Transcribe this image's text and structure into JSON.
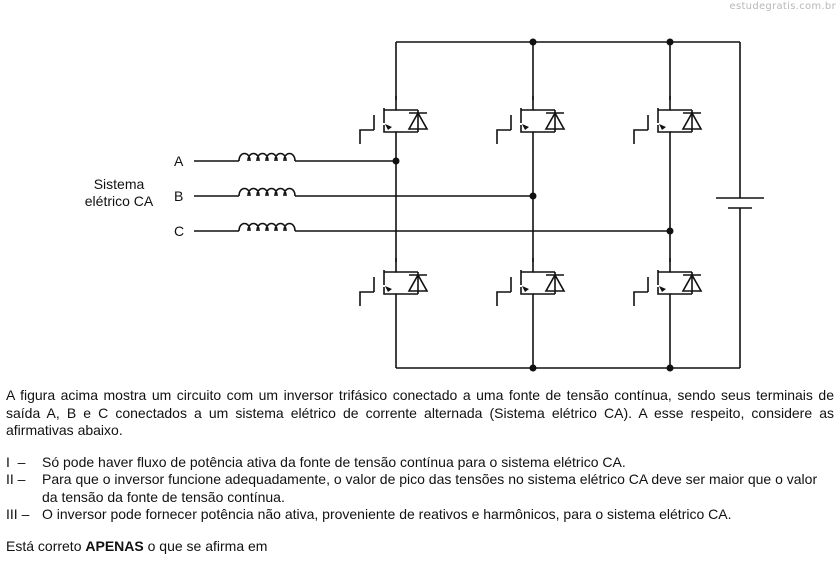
{
  "watermark": "estudegratis.com.br",
  "diagram": {
    "source_label_line1": "Sistema",
    "source_label_line2": "elétrico CA",
    "terminals": [
      "A",
      "B",
      "C"
    ]
  },
  "question": {
    "intro": "A figura acima mostra um circuito com um inversor trifásico conectado a uma fonte de tensão contínua, sendo seus terminais de saída A, B e C conectados a um sistema elétrico de corrente alternada (Sistema elétrico CA). A esse respeito, considere as afirmativas abaixo.",
    "statements": [
      {
        "numeral": "I",
        "separator": "–",
        "text": "Só pode haver fluxo de potência ativa da fonte de tensão contínua para o sistema elétrico CA."
      },
      {
        "numeral": "II",
        "separator": "–",
        "text": "Para que o inversor funcione adequadamente, o valor de pico das tensões no sistema elétrico CA deve ser maior que o valor da tensão da fonte de tensão contínua."
      },
      {
        "numeral": "III",
        "separator": "–",
        "text": "O inversor pode fornecer potência não ativa, proveniente de reativos e harmônicos, para o sistema elétrico CA."
      }
    ],
    "closing_prefix": "Está correto ",
    "closing_emphasis": "APENAS",
    "closing_suffix": " o que se afirma em"
  }
}
